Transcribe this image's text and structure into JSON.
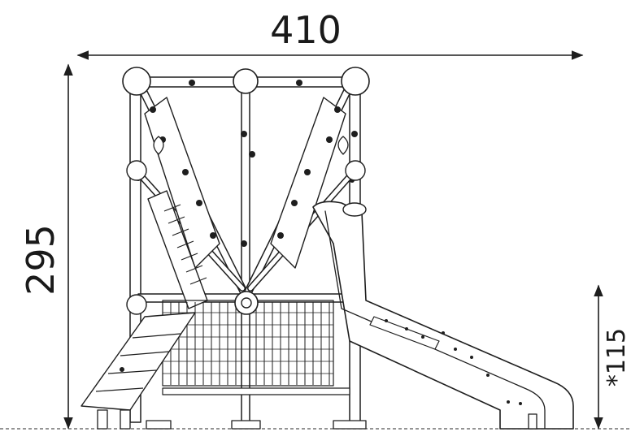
{
  "dimensions": {
    "width_label": "410",
    "height_label": "295",
    "slide_height_label": "*115"
  },
  "colors": {
    "line": "#1e1e1e",
    "background": "#ffffff"
  }
}
